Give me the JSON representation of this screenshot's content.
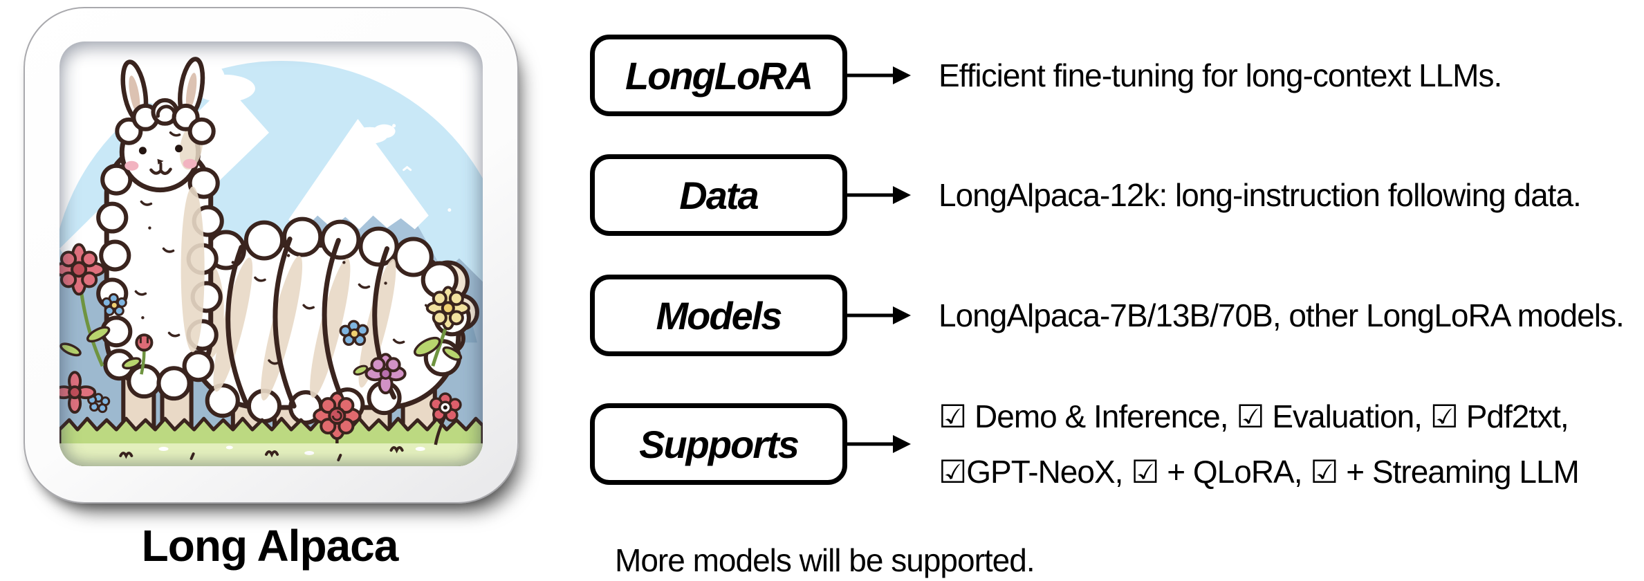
{
  "icon": {
    "caption": "Long Alpaca"
  },
  "diagram": {
    "rows": [
      {
        "label": "LongLoRA",
        "description": "Efficient fine-tuning for long-context LLMs."
      },
      {
        "label": "Data",
        "description": "LongAlpaca-12k: long-instruction following data."
      },
      {
        "label": "Models",
        "description": "LongAlpaca-7B/13B/70B, other LongLoRA models."
      },
      {
        "label": "Supports",
        "description_lines": [
          "☑ Demo & Inference, ☑ Evaluation, ☑ Pdf2txt,",
          "☑GPT-NeoX, ☑ + QLoRA, ☑ + Streaming LLM"
        ]
      }
    ],
    "footnote": "More models will be supported."
  },
  "colors": {
    "text": "#000000",
    "box_border": "#000000",
    "background": "#ffffff",
    "sky_blue": "#c9e8f7",
    "mountain_blue": "#9db9cf",
    "grass_green": "#cfe49b",
    "fleece_cream": "#e8d9c6",
    "outline_brown": "#3a241e",
    "blush_pink": "#f2b3c0",
    "flower_red": "#dd6b76",
    "flower_blue": "#7fb5e0",
    "flower_yellow": "#f2e2a0",
    "flower_purple": "#d292c6"
  }
}
